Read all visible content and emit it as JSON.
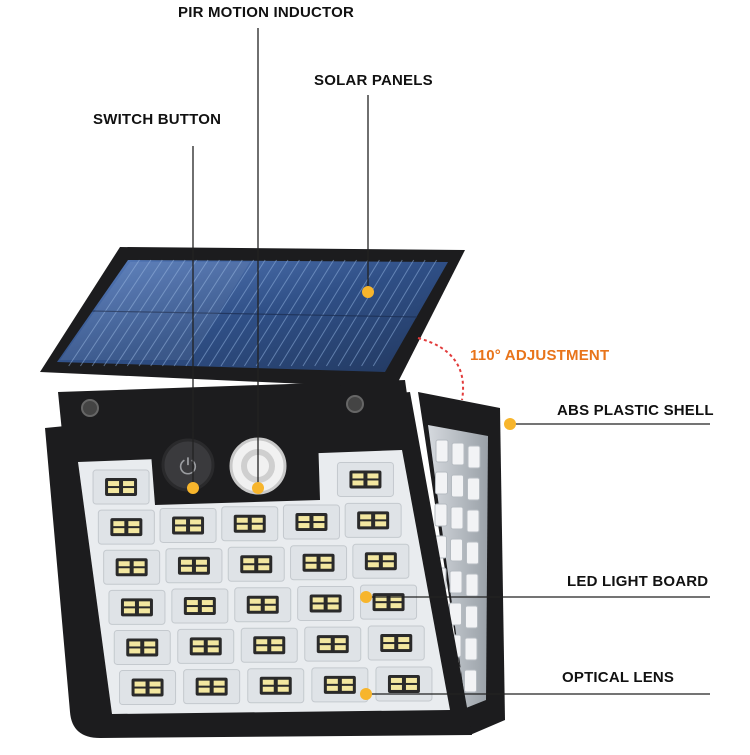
{
  "labels": {
    "pir": "PIR MOTION INDUCTOR",
    "solar": "SOLAR PANELS",
    "switch": "SWITCH BUTTON",
    "adjust": "110° ADJUSTMENT",
    "shell": "ABS PLASTIC SHELL",
    "led_board": "LED LIGHT BOARD",
    "lens": "OPTICAL LENS"
  },
  "colors": {
    "text": "#111111",
    "accent": "#e8741a",
    "dot": "#f7b52c",
    "arc": "#e23b3b",
    "body": "#1c1c1e",
    "panel": "#2f4f86"
  },
  "led_grid": {
    "rows": 6,
    "cols": 5
  },
  "adjust_angle_deg": 110
}
